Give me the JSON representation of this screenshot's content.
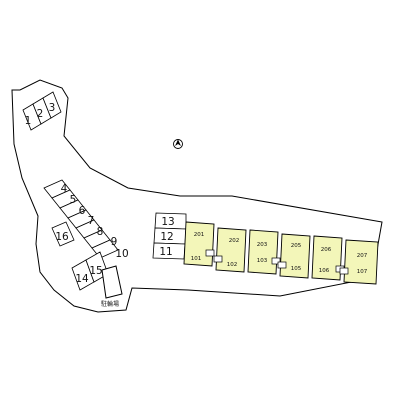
{
  "colors": {
    "background": "#ffffff",
    "line": "#000000",
    "unit_fill": "#f3f6b9"
  },
  "north_marker": {
    "icon": "north-arrow-icon"
  },
  "parking_lot_label": "駐輪場",
  "parking_stalls": [
    {
      "number": "1"
    },
    {
      "number": "2"
    },
    {
      "number": "3"
    },
    {
      "number": "4"
    },
    {
      "number": "5"
    },
    {
      "number": "6"
    },
    {
      "number": "7"
    },
    {
      "number": "8"
    },
    {
      "number": "9"
    },
    {
      "number": "10"
    },
    {
      "number": "11"
    },
    {
      "number": "12"
    },
    {
      "number": "13"
    },
    {
      "number": "14"
    },
    {
      "number": "15"
    },
    {
      "number": "16"
    }
  ],
  "units": [
    {
      "upper": "201",
      "lower": "101"
    },
    {
      "upper": "202",
      "lower": "102"
    },
    {
      "upper": "203",
      "lower": "103"
    },
    {
      "upper": "205",
      "lower": "105"
    },
    {
      "upper": "206",
      "lower": "106"
    },
    {
      "upper": "207",
      "lower": "107"
    }
  ]
}
